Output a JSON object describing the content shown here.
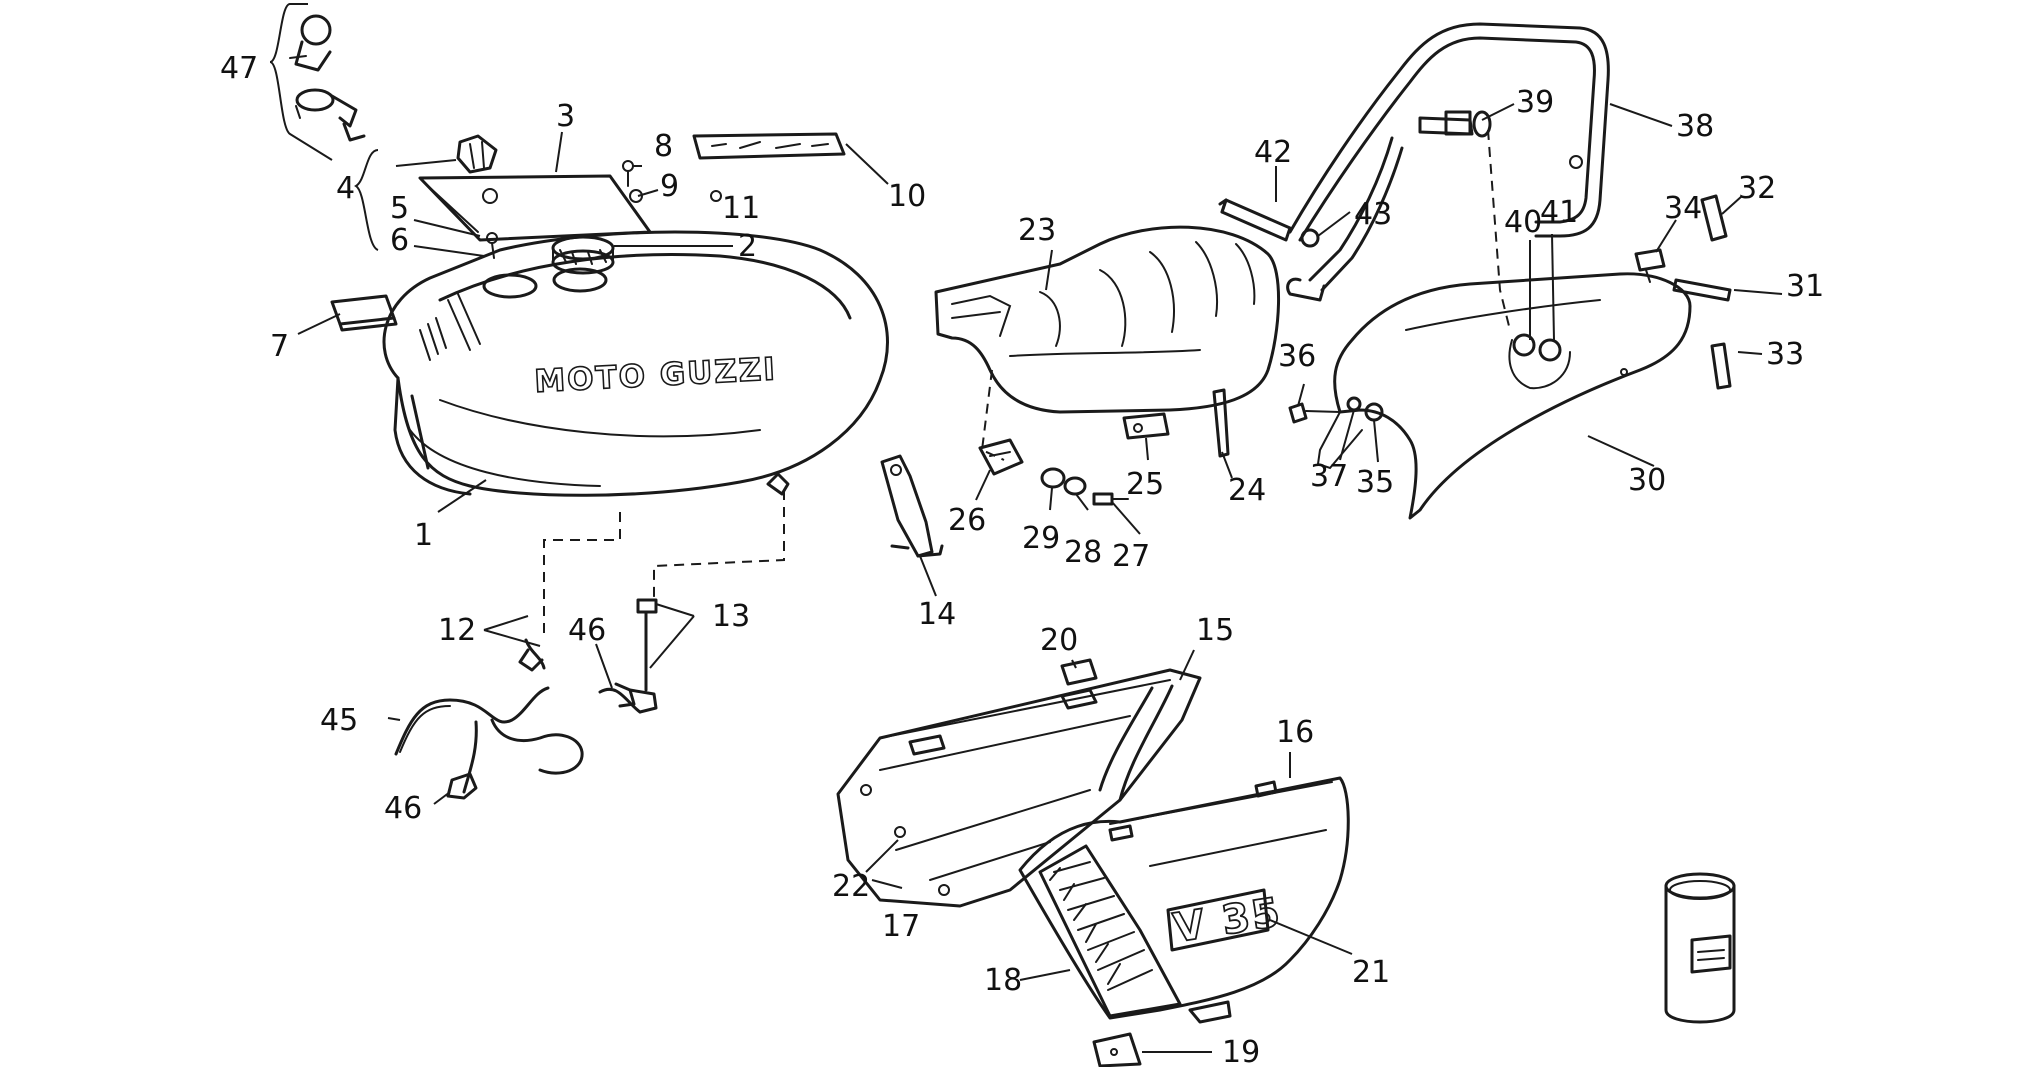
{
  "tank_brand": "MOTO GUZZI",
  "side_panel_badge": "V 35",
  "labels": [
    {
      "id": "1",
      "text": "1"
    },
    {
      "id": "2",
      "text": "2"
    },
    {
      "id": "3",
      "text": "3"
    },
    {
      "id": "4",
      "text": "4"
    },
    {
      "id": "5",
      "text": "5"
    },
    {
      "id": "6",
      "text": "6"
    },
    {
      "id": "7",
      "text": "7"
    },
    {
      "id": "8",
      "text": "8"
    },
    {
      "id": "9",
      "text": "9"
    },
    {
      "id": "10",
      "text": "10"
    },
    {
      "id": "11",
      "text": "11"
    },
    {
      "id": "12",
      "text": "12"
    },
    {
      "id": "13",
      "text": "13"
    },
    {
      "id": "14",
      "text": "14"
    },
    {
      "id": "15",
      "text": "15"
    },
    {
      "id": "16",
      "text": "16"
    },
    {
      "id": "17",
      "text": "17"
    },
    {
      "id": "18",
      "text": "18"
    },
    {
      "id": "19",
      "text": "19"
    },
    {
      "id": "20",
      "text": "20"
    },
    {
      "id": "21",
      "text": "21"
    },
    {
      "id": "22",
      "text": "22"
    },
    {
      "id": "23",
      "text": "23"
    },
    {
      "id": "24",
      "text": "24"
    },
    {
      "id": "25",
      "text": "25"
    },
    {
      "id": "26",
      "text": "26"
    },
    {
      "id": "27",
      "text": "27"
    },
    {
      "id": "28",
      "text": "28"
    },
    {
      "id": "29",
      "text": "29"
    },
    {
      "id": "30",
      "text": "30"
    },
    {
      "id": "31",
      "text": "31"
    },
    {
      "id": "32",
      "text": "32"
    },
    {
      "id": "33",
      "text": "33"
    },
    {
      "id": "34",
      "text": "34"
    },
    {
      "id": "35",
      "text": "35"
    },
    {
      "id": "36",
      "text": "36"
    },
    {
      "id": "37",
      "text": "37"
    },
    {
      "id": "38",
      "text": "38"
    },
    {
      "id": "39",
      "text": "39"
    },
    {
      "id": "40",
      "text": "40"
    },
    {
      "id": "41",
      "text": "41"
    },
    {
      "id": "42",
      "text": "42"
    },
    {
      "id": "43",
      "text": "43"
    },
    {
      "id": "45",
      "text": "45"
    },
    {
      "id": "46a",
      "text": "46"
    },
    {
      "id": "46b",
      "text": "46"
    },
    {
      "id": "47",
      "text": "47"
    }
  ]
}
